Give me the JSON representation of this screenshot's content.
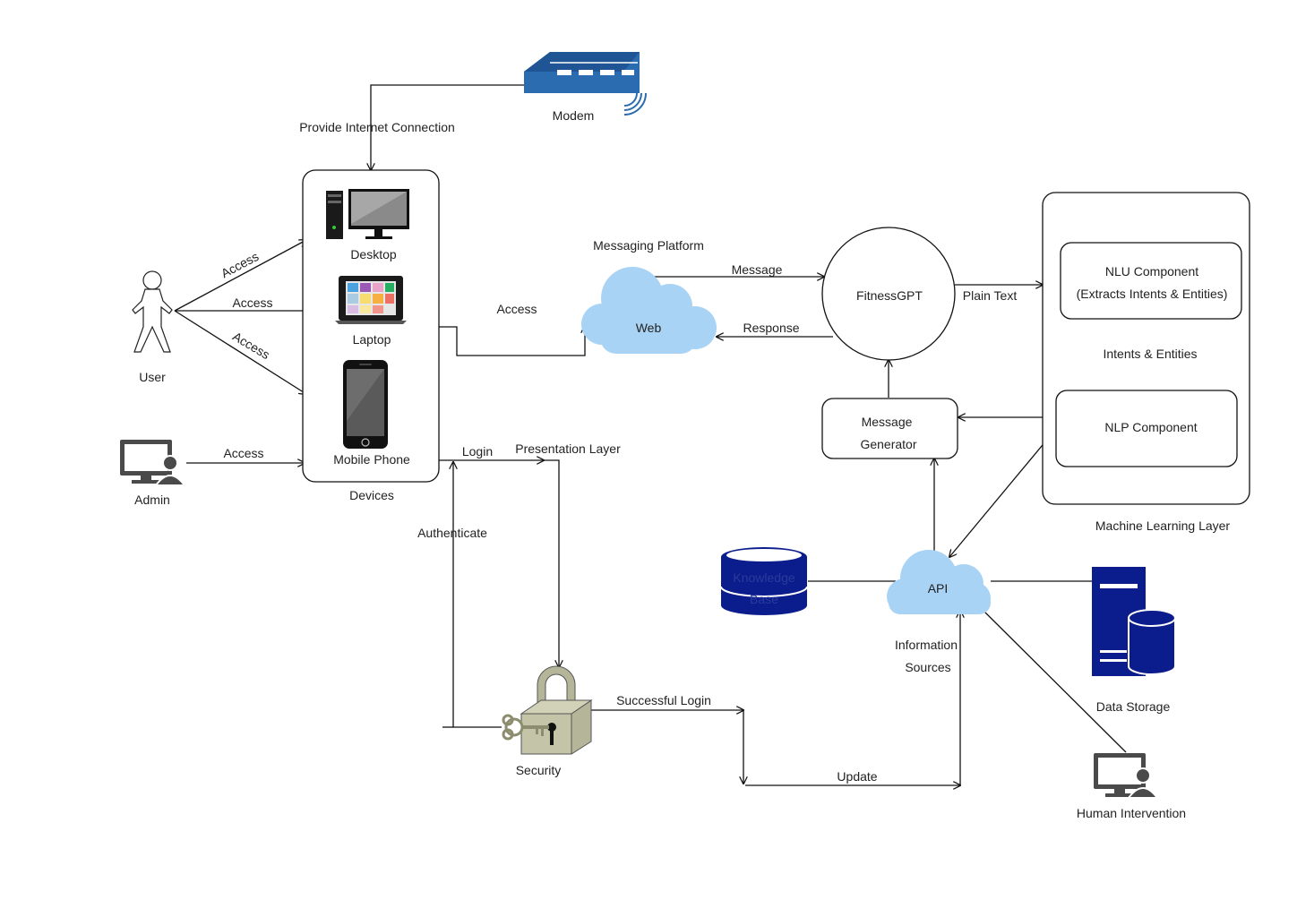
{
  "nodes": {
    "modem": "Modem",
    "desktop": "Desktop",
    "laptop": "Laptop",
    "mobile": "Mobile Phone",
    "devices": "Devices",
    "user": "User",
    "admin": "Admin",
    "web": "Web",
    "messaging_platform": "Messaging Platform",
    "fitnessgpt": "FitnessGPT",
    "message_generator_line1": "Message",
    "message_generator_line2": "Generator",
    "nlu_line1": "NLU Component",
    "nlu_line2": "(Extracts Intents & Entities)",
    "nlp": "NLP Component",
    "ml_layer": "Machine Learning Layer",
    "knowledge_base_line1": "Knowledge",
    "knowledge_base_line2": "Base",
    "api": "API",
    "information_sources_line1": "Information",
    "information_sources_line2": "Sources",
    "data_storage": "Data Storage",
    "human_intervention": "Human Intervention",
    "security": "Security",
    "presentation_layer": "Presentation Layer"
  },
  "edges": {
    "provide_internet": "Provide Internet Connection",
    "access_user_desktop": "Access",
    "access_user_laptop": "Access",
    "access_user_mobile": "Access",
    "access_admin": "Access",
    "access_web": "Access",
    "message": "Message",
    "response": "Response",
    "plain_text": "Plain Text",
    "intents_entities": "Intents & Entities",
    "login": "Login",
    "authenticate": "Authenticate",
    "successful_login": "Successful Login",
    "update": "Update"
  },
  "colors": {
    "cloud": "#a8d3f5",
    "modem": "#2b6cb0",
    "database_navy": "#0b1d8c",
    "icon_gray": "#4a4a4a",
    "lock_body": "#b5b59a"
  },
  "icons": {
    "modem": "router-icon",
    "desktop": "desktop-computer-icon",
    "laptop": "laptop-icon",
    "mobile": "mobile-phone-icon",
    "user": "user-figure-icon",
    "admin": "admin-monitor-icon",
    "security": "padlock-key-icon",
    "knowledge_base": "database-cylinder-icon",
    "data_storage": "server-database-icon",
    "human_intervention": "monitor-user-icon"
  }
}
